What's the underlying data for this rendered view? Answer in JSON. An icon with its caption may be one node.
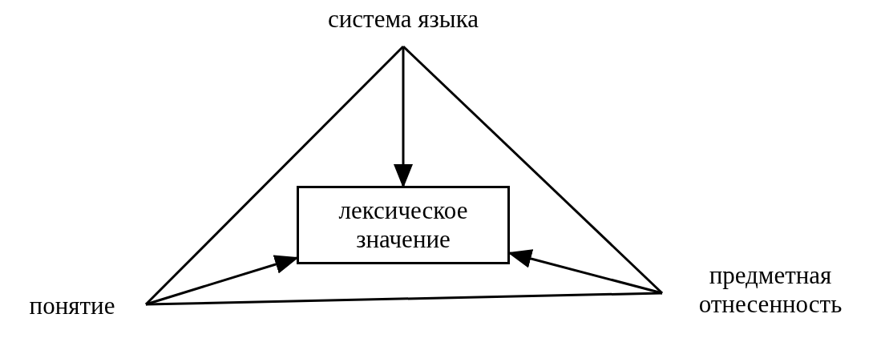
{
  "diagram": {
    "nodes": [
      {
        "text": [
          "система языка"
        ]
      },
      {
        "text": [
          "лексическое значение"
        ]
      },
      {
        "text": [
          "понятие"
        ]
      },
      {
        "text": [
          "предметная отнесенность"
        ]
      }
    ],
    "edges": [
      {
        "from": 0,
        "to": 1,
        "arrow": "to"
      },
      {
        "from": 2,
        "to": 1,
        "arrow": "to"
      },
      {
        "from": 3,
        "to": 1,
        "arrow": "to"
      },
      {
        "from": 0,
        "to": 2,
        "arrow": "none"
      },
      {
        "from": 0,
        "to": 3,
        "arrow": "none"
      },
      {
        "from": 2,
        "to": 3,
        "arrow": "none"
      }
    ]
  }
}
